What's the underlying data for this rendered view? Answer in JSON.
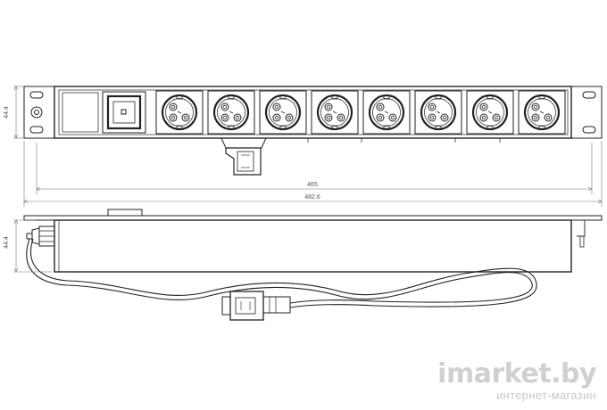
{
  "dimensions": {
    "top_height": "44.4",
    "side_height": "44.4",
    "inner_width": "465",
    "total_width": "482.6"
  },
  "watermark": {
    "brand": "imarket.by",
    "tagline": "интернет-магазин"
  },
  "device": {
    "outlet_count": 8,
    "outlet_type": "schuko",
    "switch": "rocker-switch-icon",
    "plug": "iec-plug-icon"
  },
  "colors": {
    "line": "#222222",
    "dim_line": "#777777",
    "watermark": "#d0d0d0"
  }
}
